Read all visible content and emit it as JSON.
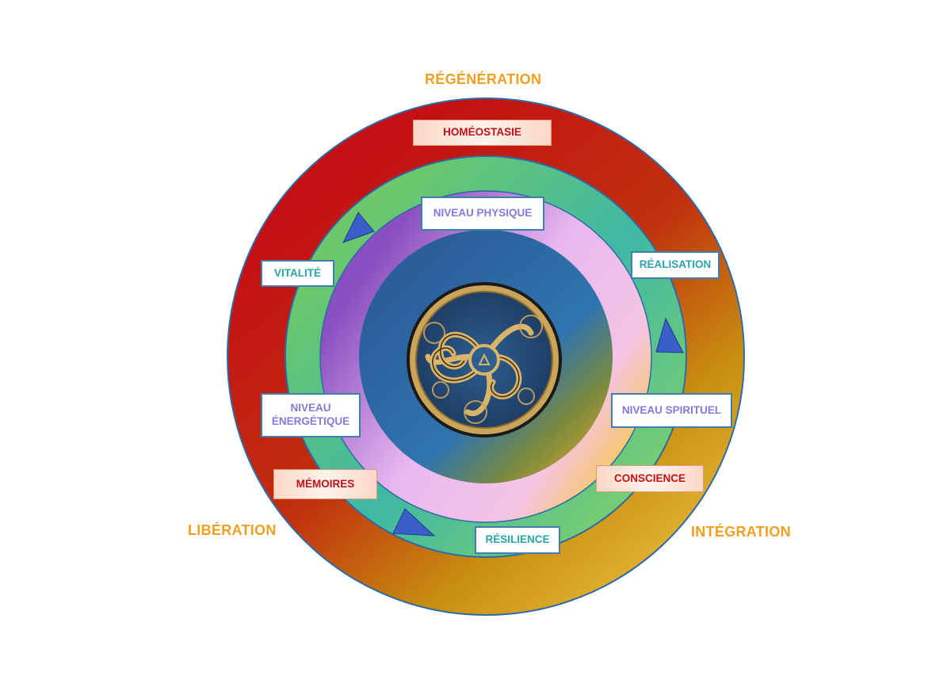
{
  "outer_labels": {
    "top": "RÉGÉNÉRATION",
    "left": "LIBÉRATION",
    "right": "INTÉGRATION"
  },
  "red_ring": {
    "homeostasie": "HOMÉOSTASIE",
    "memoires": "MÉMOIRES",
    "conscience": "CONSCIENCE"
  },
  "green_ring": {
    "vitalite": "VITALITÉ",
    "realisation": "RÉALISATION",
    "resilience": "RÉSILIENCE"
  },
  "violet_ring": {
    "physique": "NIVEAU PHYSIQUE",
    "energetique_line1": "NIVEAU",
    "energetique_line2": "ÉNERGÉTIQUE",
    "spirituel": "NIVEAU SPIRITUEL"
  },
  "colors": {
    "outer_label": "#f0a020",
    "red": "#c8121a",
    "gold": "#e0b030",
    "green": "#6cc56b",
    "teal": "#3fb8a0",
    "violet": "#9a66c8",
    "pink": "#f0bff0",
    "core_blue": "#2b6ea8",
    "arrow": "#3a5fc8"
  },
  "icons": {
    "center": "celtic-triskelion-icon",
    "arrows": "triangle-arrow-icon"
  }
}
